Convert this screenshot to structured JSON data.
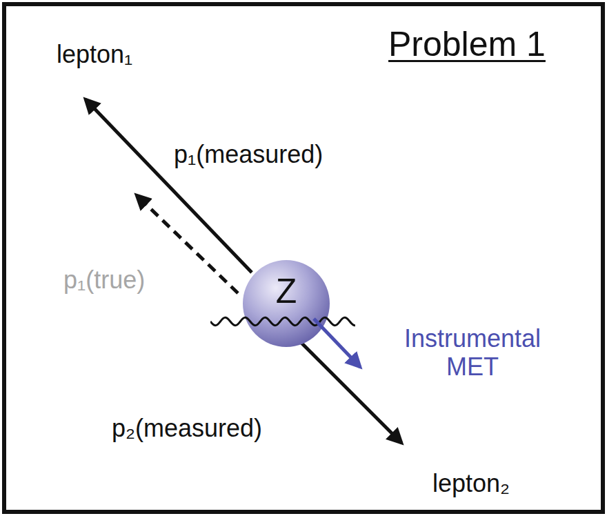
{
  "diagram": {
    "title": "Problem 1",
    "nodes": [
      {
        "text": [
          "Z"
        ]
      }
    ],
    "labels": [
      "lepton₁",
      "p₁(measured)",
      "p₁(true)",
      "Instrumental MET",
      "p₂(measured)",
      "lepton₂"
    ]
  }
}
